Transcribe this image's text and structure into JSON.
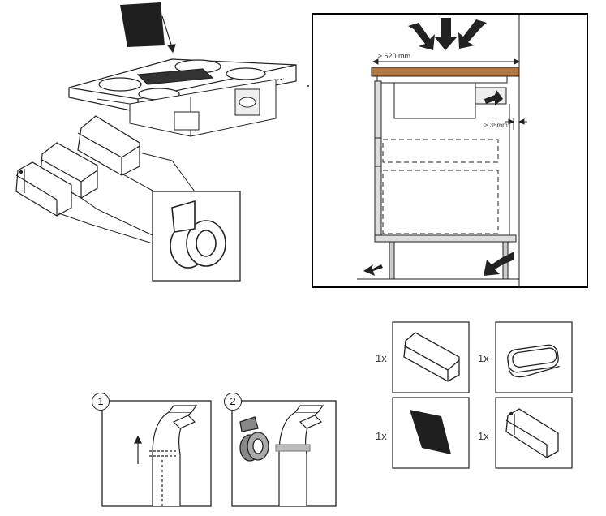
{
  "cabinet_section": {
    "countertop_depth_label": "≥ 620 mm",
    "gap_label": "≥ 35mm"
  },
  "steps": [
    {
      "number": "1"
    },
    {
      "number": "2"
    }
  ],
  "parts": [
    {
      "quantity": "1x",
      "item": "flat-duct-straight"
    },
    {
      "quantity": "1x",
      "item": "duct-connector-ring"
    },
    {
      "quantity": "1x",
      "item": "carbon-filter"
    },
    {
      "quantity": "1x",
      "item": "duct-outlet-grille"
    }
  ],
  "colors": {
    "countertop": "#b07840",
    "filter": "#1f1f1f",
    "line": "#222222",
    "frame": "#000000"
  }
}
